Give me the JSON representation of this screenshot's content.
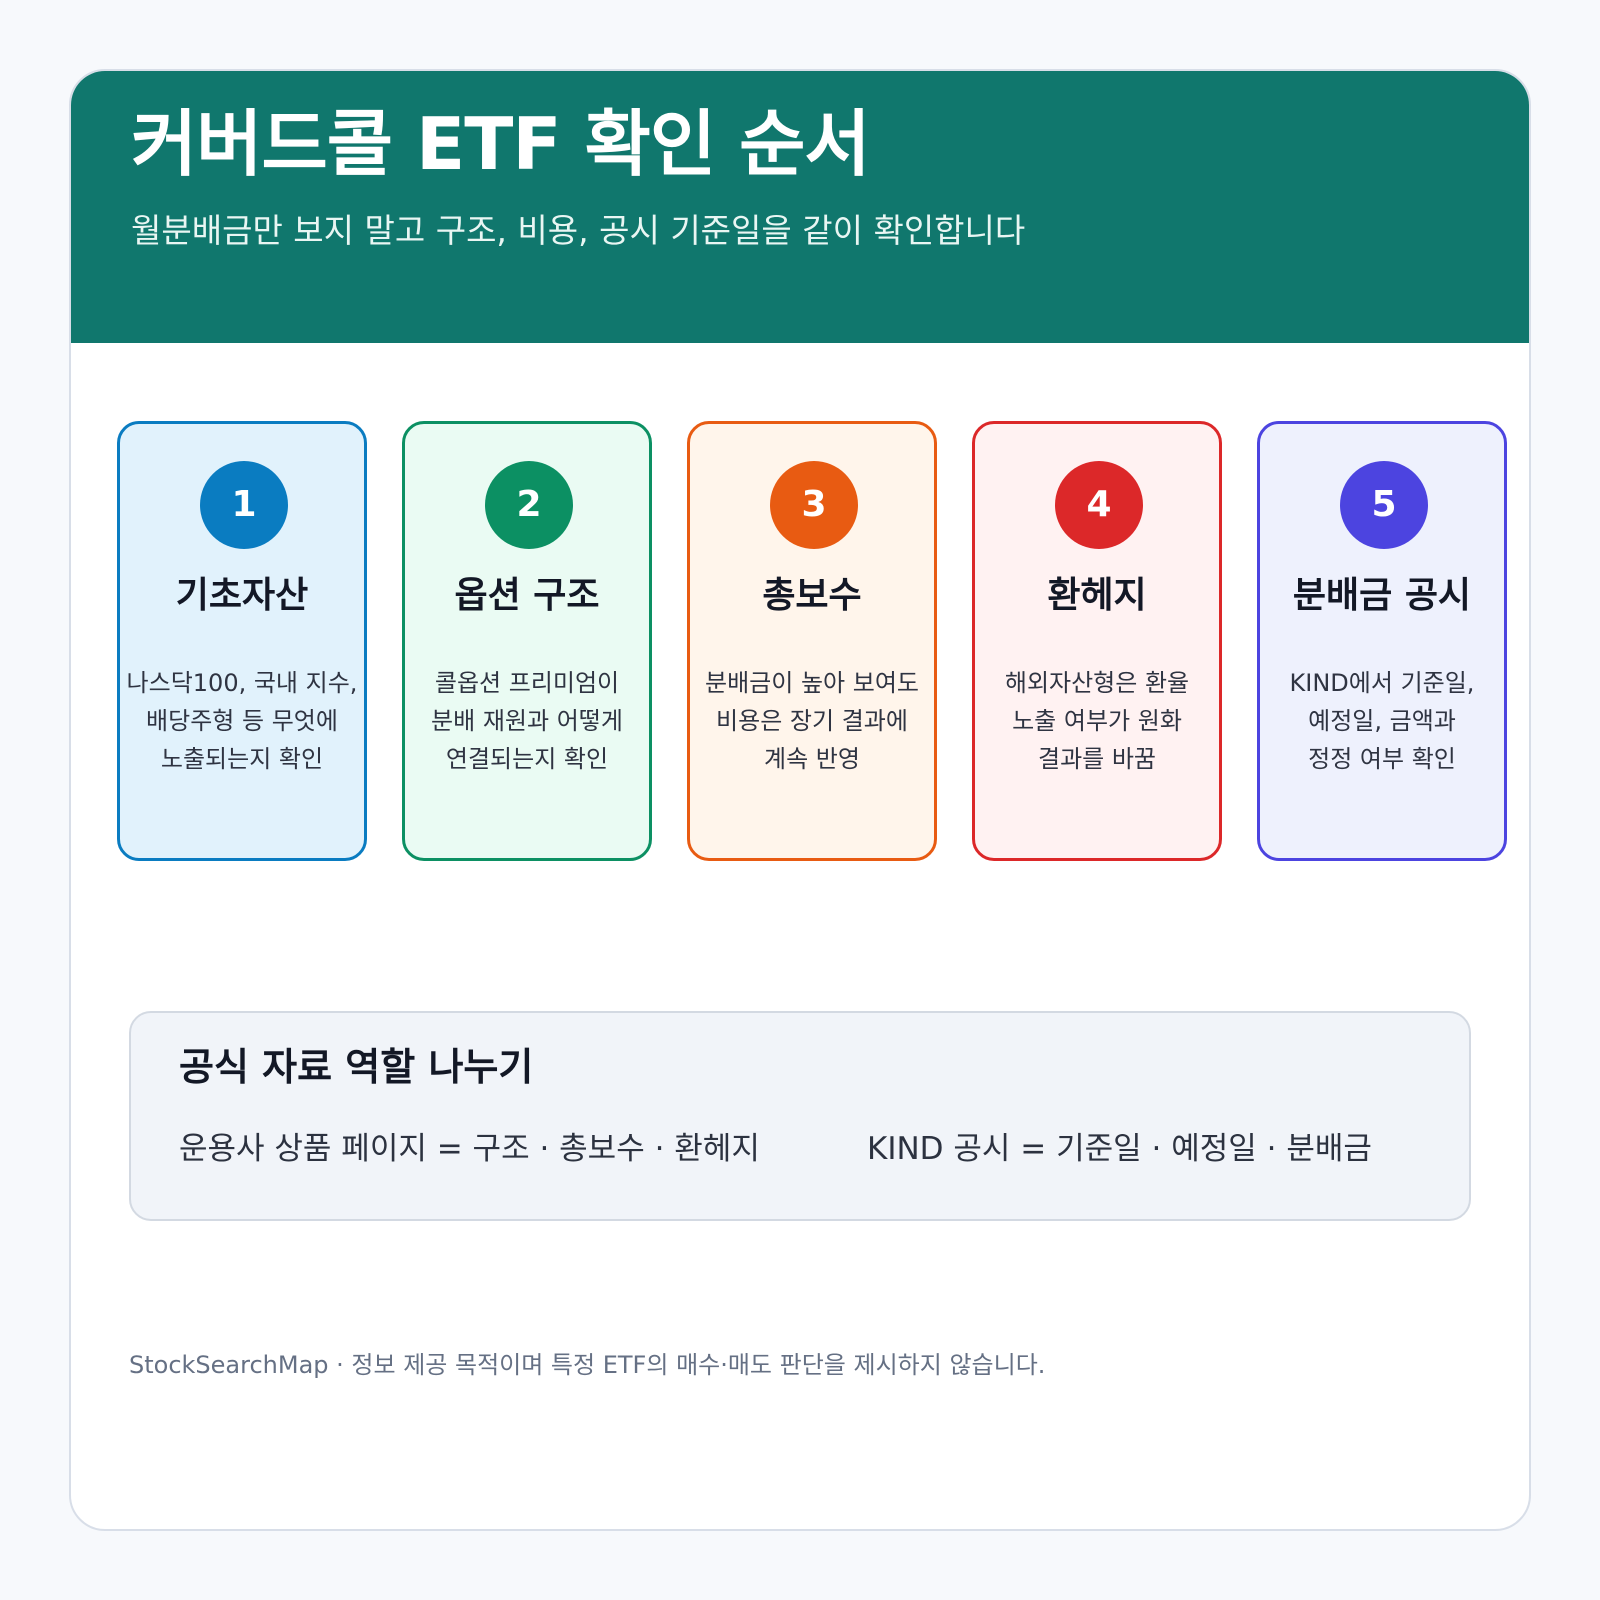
{
  "header": {
    "title": "커버드콜 ETF 확인 순서",
    "subtitle": "월분배금만 보지 말고 구조, 비용, 공시 기준일을 같이 확인합니다"
  },
  "steps": [
    {
      "number": "1",
      "title": "기초자산",
      "desc_lines": [
        "나스닥100, 국내 지수,",
        "배당주형 등 무엇에",
        "노출되는지 확인"
      ],
      "accent": "#0a7cc1",
      "bg": "#e1f2fc"
    },
    {
      "number": "2",
      "title": "옵션 구조",
      "desc_lines": [
        "콜옵션 프리미엄이",
        "분배 재원과 어떻게",
        "연결되는지 확인"
      ],
      "accent": "#0c9063",
      "bg": "#eafbf3"
    },
    {
      "number": "3",
      "title": "총보수",
      "desc_lines": [
        "분배금이 높아 보여도",
        "비용은 장기 결과에",
        "계속 반영"
      ],
      "accent": "#e85b12",
      "bg": "#fff5eb"
    },
    {
      "number": "4",
      "title": "환헤지",
      "desc_lines": [
        "해외자산형은 환율",
        "노출 여부가 원화",
        "결과를 바꿈"
      ],
      "accent": "#dc2829",
      "bg": "#fff2f2"
    },
    {
      "number": "5",
      "title": "분배금 공시",
      "desc_lines": [
        "KIND에서 기준일,",
        "예정일, 금액과",
        "정정 여부 확인"
      ],
      "accent": "#4c44e0",
      "bg": "#eef1fd"
    }
  ],
  "roles": {
    "title": "공식 자료 역할 나누기",
    "left": "운용사 상품 페이지 = 구조 · 총보수 · 환헤지",
    "right": "KIND 공시 = 기준일 · 예정일 · 분배금"
  },
  "footer": "StockSearchMap · 정보 제공 목적이며 특정 ETF의 매수·매도 판단을 제시하지 않습니다.",
  "colors": {
    "header_bg": "#10776d",
    "page_bg": "#f7f9fc"
  }
}
